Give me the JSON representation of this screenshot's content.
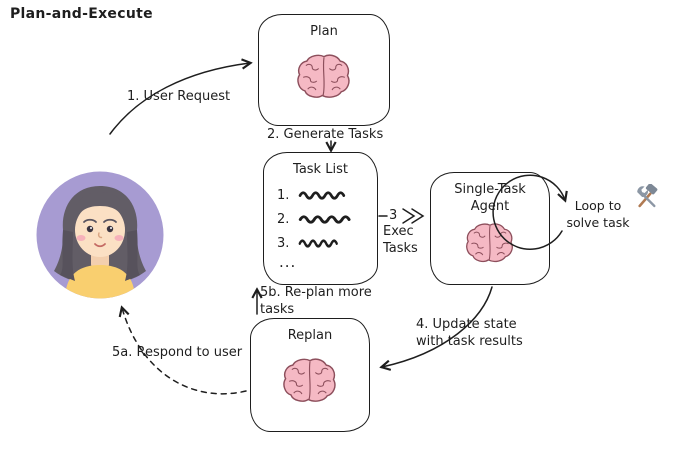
{
  "title": "Plan-and-Execute",
  "nodes": {
    "plan": {
      "label": "Plan",
      "icon": "brain-icon"
    },
    "task_list": {
      "label": "Task List",
      "items": [
        "1.",
        "2.",
        "3."
      ],
      "ellipsis": "...",
      "item_icon": "squiggle-task-line"
    },
    "single_task_agent": {
      "label": "Single-Task Agent",
      "icon": "brain-icon"
    },
    "loop": {
      "label": "Loop to solve task",
      "icon": "tools-icon"
    },
    "replan": {
      "label": "Replan",
      "icon": "brain-icon"
    },
    "user": {
      "icon": "user-avatar"
    }
  },
  "edges": {
    "user_request": "1. User Request",
    "generate_tasks": "2. Generate Tasks",
    "exec_number": "3",
    "exec_tasks": "Exec Tasks",
    "update_state": "4. Update state with task results",
    "replan_more": "5b. Re-plan more tasks",
    "respond_to_user": "5a. Respond to user"
  },
  "colors": {
    "stroke": "#1e1e1e",
    "brain_fill": "#f5b9c4",
    "brain_line": "#8d4f5c",
    "avatar_background": "#a79bd2",
    "shirt": "#f9cf6f"
  }
}
